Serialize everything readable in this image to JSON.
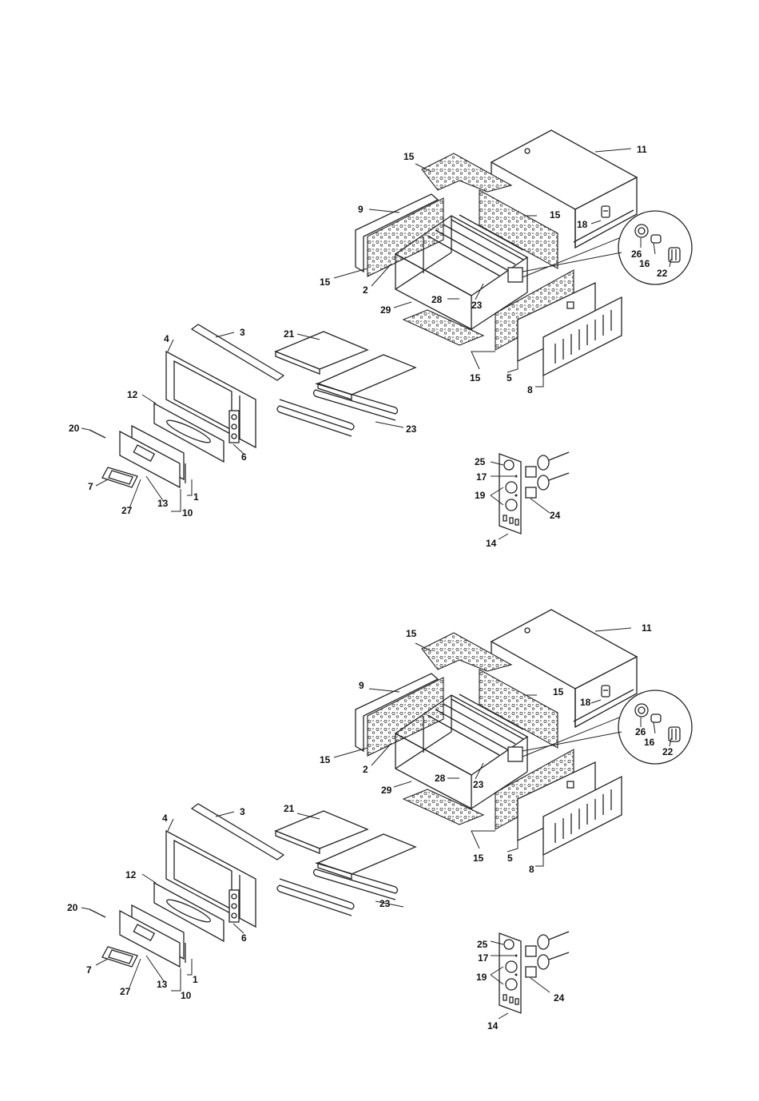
{
  "diagram": {
    "views": [
      {
        "id": "upper",
        "callouts": [
          {
            "id": "c11",
            "text": "11"
          },
          {
            "id": "c15a",
            "text": "15"
          },
          {
            "id": "c9",
            "text": "9"
          },
          {
            "id": "c15b",
            "text": "15"
          },
          {
            "id": "c18",
            "text": "18"
          },
          {
            "id": "c26",
            "text": "26"
          },
          {
            "id": "c16",
            "text": "16"
          },
          {
            "id": "c22",
            "text": "22"
          },
          {
            "id": "c15c",
            "text": "15"
          },
          {
            "id": "c2",
            "text": "2"
          },
          {
            "id": "c28",
            "text": "28"
          },
          {
            "id": "c23a",
            "text": "23"
          },
          {
            "id": "c29",
            "text": "29"
          },
          {
            "id": "c21",
            "text": "21"
          },
          {
            "id": "c3",
            "text": "3"
          },
          {
            "id": "c4",
            "text": "4"
          },
          {
            "id": "c15d",
            "text": "15"
          },
          {
            "id": "c5",
            "text": "5"
          },
          {
            "id": "c8",
            "text": "8"
          },
          {
            "id": "c12",
            "text": "12"
          },
          {
            "id": "c23b",
            "text": "23"
          },
          {
            "id": "c6",
            "text": "6"
          },
          {
            "id": "c20",
            "text": "20"
          },
          {
            "id": "c7",
            "text": "7"
          },
          {
            "id": "c27",
            "text": "27"
          },
          {
            "id": "c13",
            "text": "13"
          },
          {
            "id": "c1",
            "text": "1"
          },
          {
            "id": "c10",
            "text": "10"
          },
          {
            "id": "c25",
            "text": "25"
          },
          {
            "id": "c17",
            "text": "17"
          },
          {
            "id": "c19",
            "text": "19"
          },
          {
            "id": "c24",
            "text": "24"
          },
          {
            "id": "c14",
            "text": "14"
          }
        ]
      },
      {
        "id": "lower",
        "callouts": [
          {
            "id": "c11",
            "text": "11"
          },
          {
            "id": "c15a",
            "text": "15"
          },
          {
            "id": "c9",
            "text": "9"
          },
          {
            "id": "c15b",
            "text": "15"
          },
          {
            "id": "c18",
            "text": "18"
          },
          {
            "id": "c26",
            "text": "26"
          },
          {
            "id": "c16",
            "text": "16"
          },
          {
            "id": "c22",
            "text": "22"
          },
          {
            "id": "c15c",
            "text": "15"
          },
          {
            "id": "c2",
            "text": "2"
          },
          {
            "id": "c28",
            "text": "28"
          },
          {
            "id": "c23a",
            "text": "23"
          },
          {
            "id": "c29",
            "text": "29"
          },
          {
            "id": "c21",
            "text": "21"
          },
          {
            "id": "c3",
            "text": "3"
          },
          {
            "id": "c4",
            "text": "4"
          },
          {
            "id": "c15d",
            "text": "15"
          },
          {
            "id": "c5",
            "text": "5"
          },
          {
            "id": "c8",
            "text": "8"
          },
          {
            "id": "c12",
            "text": "12"
          },
          {
            "id": "c23b",
            "text": "23"
          },
          {
            "id": "c6",
            "text": "6"
          },
          {
            "id": "c20",
            "text": "20"
          },
          {
            "id": "c7",
            "text": "7"
          },
          {
            "id": "c27",
            "text": "27"
          },
          {
            "id": "c13",
            "text": "13"
          },
          {
            "id": "c1",
            "text": "1"
          },
          {
            "id": "c10",
            "text": "10"
          },
          {
            "id": "c25",
            "text": "25"
          },
          {
            "id": "c17",
            "text": "17"
          },
          {
            "id": "c19",
            "text": "19"
          },
          {
            "id": "c24",
            "text": "24"
          },
          {
            "id": "c14",
            "text": "14"
          }
        ]
      }
    ]
  }
}
